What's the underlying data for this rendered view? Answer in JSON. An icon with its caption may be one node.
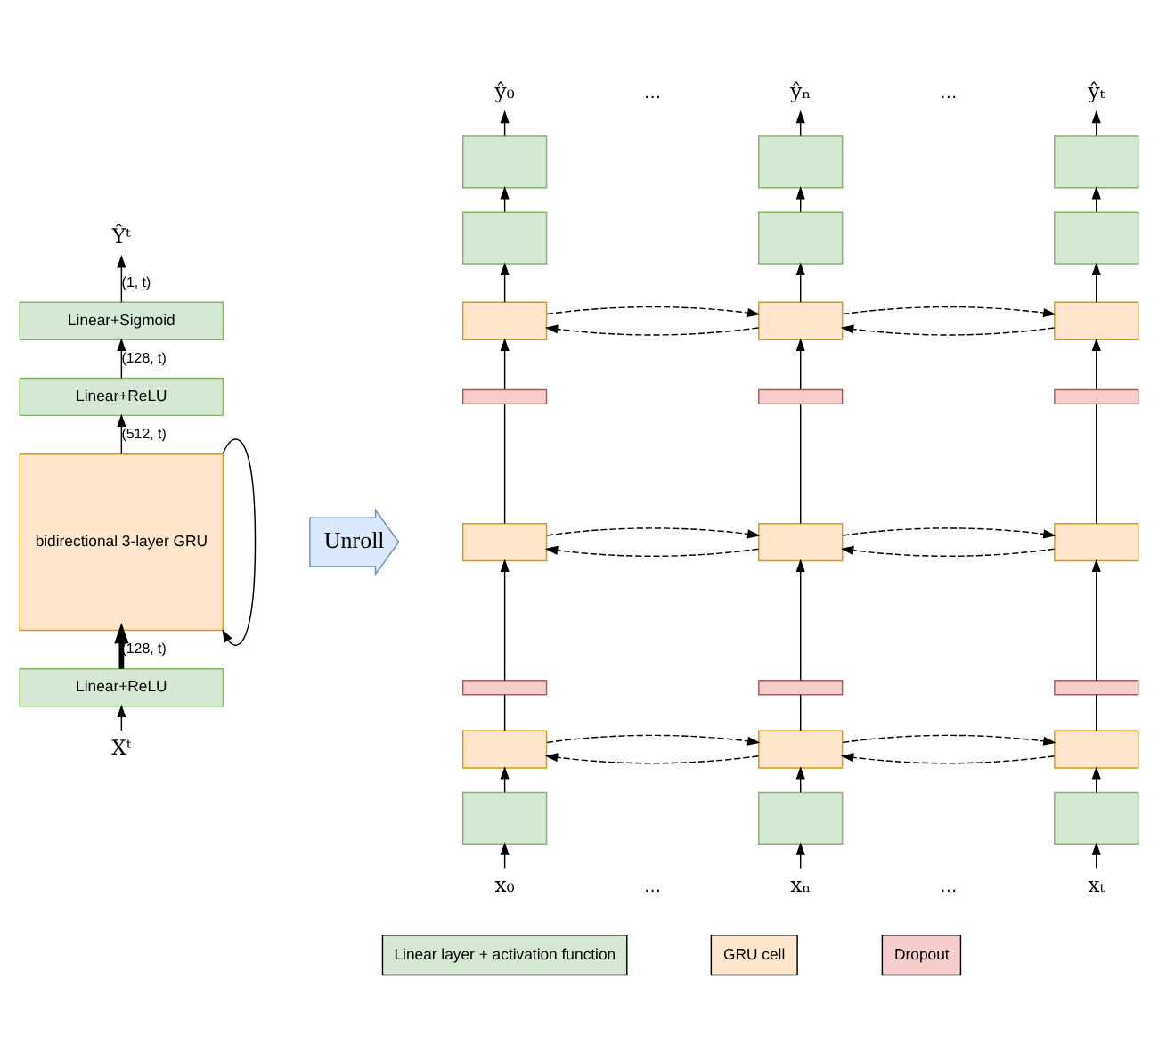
{
  "diagram": {
    "nodes": [
      {
        "text": [
          "Ŷᵗ"
        ]
      },
      {
        "text": [
          "Linear+Sigmoid"
        ]
      },
      {
        "text": [
          "Linear+ReLU"
        ]
      },
      {
        "text": [
          "bidirectional 3-layer GRU"
        ]
      },
      {
        "text": [
          "Linear+ReLU"
        ]
      },
      {
        "text": [
          "Xᵗ"
        ]
      },
      {
        "text": [
          "Unroll"
        ]
      },
      {
        "text": [
          "ŷ₀"
        ]
      },
      {
        "text": [],
        "shape": "box"
      },
      {
        "text": [],
        "shape": "box"
      },
      {
        "text": [],
        "shape": "box"
      },
      {
        "text": [],
        "shape": "bar"
      },
      {
        "text": [],
        "shape": "box"
      },
      {
        "text": [],
        "shape": "bar"
      },
      {
        "text": [],
        "shape": "box"
      },
      {
        "text": [],
        "shape": "box"
      },
      {
        "text": [
          "x₀"
        ]
      },
      {
        "text": [
          "ŷₙ"
        ]
      },
      {
        "text": [],
        "shape": "box"
      },
      {
        "text": [],
        "shape": "box"
      },
      {
        "text": [],
        "shape": "box"
      },
      {
        "text": [],
        "shape": "bar"
      },
      {
        "text": [],
        "shape": "box"
      },
      {
        "text": [],
        "shape": "bar"
      },
      {
        "text": [],
        "shape": "box"
      },
      {
        "text": [],
        "shape": "box"
      },
      {
        "text": [
          "xₙ"
        ]
      },
      {
        "text": [
          "ŷₜ"
        ]
      },
      {
        "text": [],
        "shape": "box"
      },
      {
        "text": [],
        "shape": "box"
      },
      {
        "text": [],
        "shape": "box"
      },
      {
        "text": [],
        "shape": "bar"
      },
      {
        "text": [],
        "shape": "box"
      },
      {
        "text": [],
        "shape": "bar"
      },
      {
        "text": [],
        "shape": "box"
      },
      {
        "text": [],
        "shape": "box"
      },
      {
        "text": [
          "xₜ"
        ]
      }
    ],
    "edges": [
      {
        "from": 5,
        "to": 4,
        "arrow": "to"
      },
      {
        "from": 4,
        "to": 3,
        "arrow": "to",
        "label": "(128, t)",
        "style": "thick"
      },
      {
        "from": 3,
        "to": 2,
        "arrow": "to",
        "label": "(512, t)"
      },
      {
        "from": 2,
        "to": 1,
        "arrow": "to",
        "label": "(128, t)"
      },
      {
        "from": 1,
        "to": 0,
        "arrow": "to",
        "label": "(1, t)"
      },
      {
        "from": 3,
        "to": 3,
        "arrow": "to"
      },
      {
        "from": 16,
        "to": 15,
        "arrow": "to"
      },
      {
        "from": 15,
        "to": 14,
        "arrow": "to"
      },
      {
        "from": 14,
        "to": 13,
        "arrow": "none"
      },
      {
        "from": 13,
        "to": 12,
        "arrow": "to"
      },
      {
        "from": 12,
        "to": 11,
        "arrow": "none"
      },
      {
        "from": 11,
        "to": 10,
        "arrow": "to"
      },
      {
        "from": 10,
        "to": 9,
        "arrow": "to"
      },
      {
        "from": 9,
        "to": 8,
        "arrow": "to"
      },
      {
        "from": 8,
        "to": 7,
        "arrow": "to"
      },
      {
        "from": 26,
        "to": 25,
        "arrow": "to"
      },
      {
        "from": 25,
        "to": 24,
        "arrow": "to"
      },
      {
        "from": 24,
        "to": 23,
        "arrow": "none"
      },
      {
        "from": 23,
        "to": 22,
        "arrow": "to"
      },
      {
        "from": 22,
        "to": 21,
        "arrow": "none"
      },
      {
        "from": 21,
        "to": 20,
        "arrow": "to"
      },
      {
        "from": 20,
        "to": 19,
        "arrow": "to"
      },
      {
        "from": 19,
        "to": 18,
        "arrow": "to"
      },
      {
        "from": 18,
        "to": 17,
        "arrow": "to"
      },
      {
        "from": 36,
        "to": 35,
        "arrow": "to"
      },
      {
        "from": 35,
        "to": 34,
        "arrow": "to"
      },
      {
        "from": 34,
        "to": 33,
        "arrow": "none"
      },
      {
        "from": 33,
        "to": 32,
        "arrow": "to"
      },
      {
        "from": 32,
        "to": 31,
        "arrow": "none"
      },
      {
        "from": 31,
        "to": 30,
        "arrow": "to"
      },
      {
        "from": 30,
        "to": 29,
        "arrow": "to"
      },
      {
        "from": 29,
        "to": 28,
        "arrow": "to"
      },
      {
        "from": 28,
        "to": 27,
        "arrow": "to"
      },
      {
        "from": 10,
        "to": 20,
        "arrow": "to",
        "style": "dashed"
      },
      {
        "from": 20,
        "to": 10,
        "arrow": "to",
        "style": "dashed"
      },
      {
        "from": 20,
        "to": 30,
        "arrow": "to",
        "style": "dashed"
      },
      {
        "from": 30,
        "to": 20,
        "arrow": "to",
        "style": "dashed"
      },
      {
        "from": 12,
        "to": 22,
        "arrow": "to",
        "style": "dashed"
      },
      {
        "from": 22,
        "to": 12,
        "arrow": "to",
        "style": "dashed"
      },
      {
        "from": 22,
        "to": 32,
        "arrow": "to",
        "style": "dashed"
      },
      {
        "from": 32,
        "to": 22,
        "arrow": "to",
        "style": "dashed"
      },
      {
        "from": 14,
        "to": 24,
        "arrow": "to",
        "style": "dashed"
      },
      {
        "from": 24,
        "to": 14,
        "arrow": "to",
        "style": "dashed"
      },
      {
        "from": 24,
        "to": 34,
        "arrow": "to",
        "style": "dashed"
      },
      {
        "from": 34,
        "to": 24,
        "arrow": "to",
        "style": "dashed"
      }
    ],
    "labels": [
      "…",
      "…",
      "…",
      "…"
    ],
    "legend": [
      {
        "text": "Linear layer + activation function",
        "color": "#d5e8d4"
      },
      {
        "text": "GRU cell",
        "color": "#ffe6cc"
      },
      {
        "text": "Dropout",
        "color": "#f8cecc"
      }
    ]
  }
}
